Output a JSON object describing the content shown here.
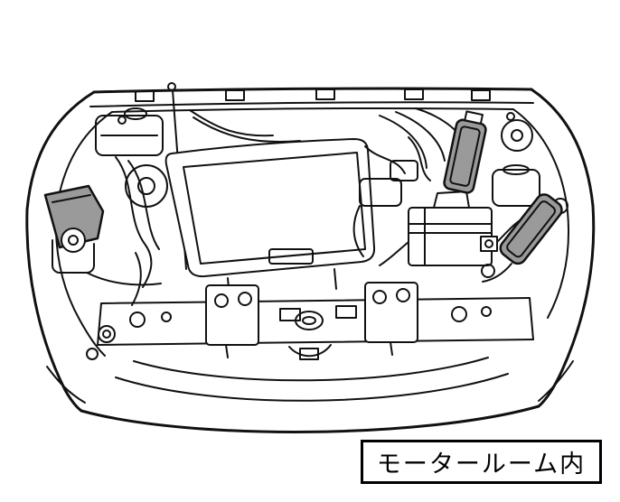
{
  "figure": {
    "caption": "モータールーム内",
    "illustration": {
      "name": "engine-bay-line-art",
      "highlighted_parts": [
        "left-junction-box",
        "right-fuse-box",
        "right-relay-box"
      ],
      "ink_color": "#111111",
      "highlight_fill": "#9a9a9a",
      "background": "#ffffff"
    }
  }
}
